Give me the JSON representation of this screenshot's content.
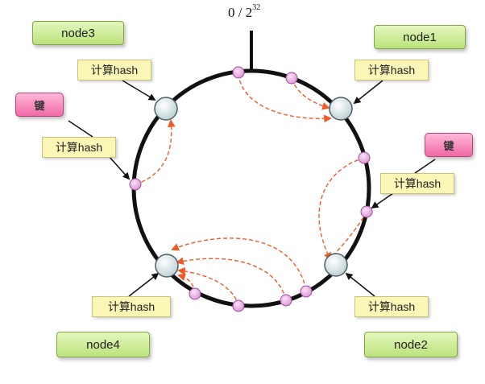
{
  "ring": {
    "top_label": "0 / 2",
    "top_label_exp": "32"
  },
  "nodes": [
    {
      "id": "node1",
      "label": "node1"
    },
    {
      "id": "node2",
      "label": "node2"
    },
    {
      "id": "node3",
      "label": "node3"
    },
    {
      "id": "node4",
      "label": "node4"
    }
  ],
  "keys": [
    {
      "id": "key-left",
      "label": "键"
    },
    {
      "id": "key-right",
      "label": "键"
    }
  ],
  "hash_label": "计算hash",
  "colors": {
    "ring": "#111111",
    "node_fill": "#e9f2f2",
    "node_stroke": "#4b5f66",
    "key_point_fill": "#f3c4ef",
    "key_point_stroke": "#9b4c96",
    "arrow": "#f05a28",
    "node_box": "#c9ea8e",
    "hash_box": "#f9f6b6",
    "key_box": "#f48ab9"
  }
}
